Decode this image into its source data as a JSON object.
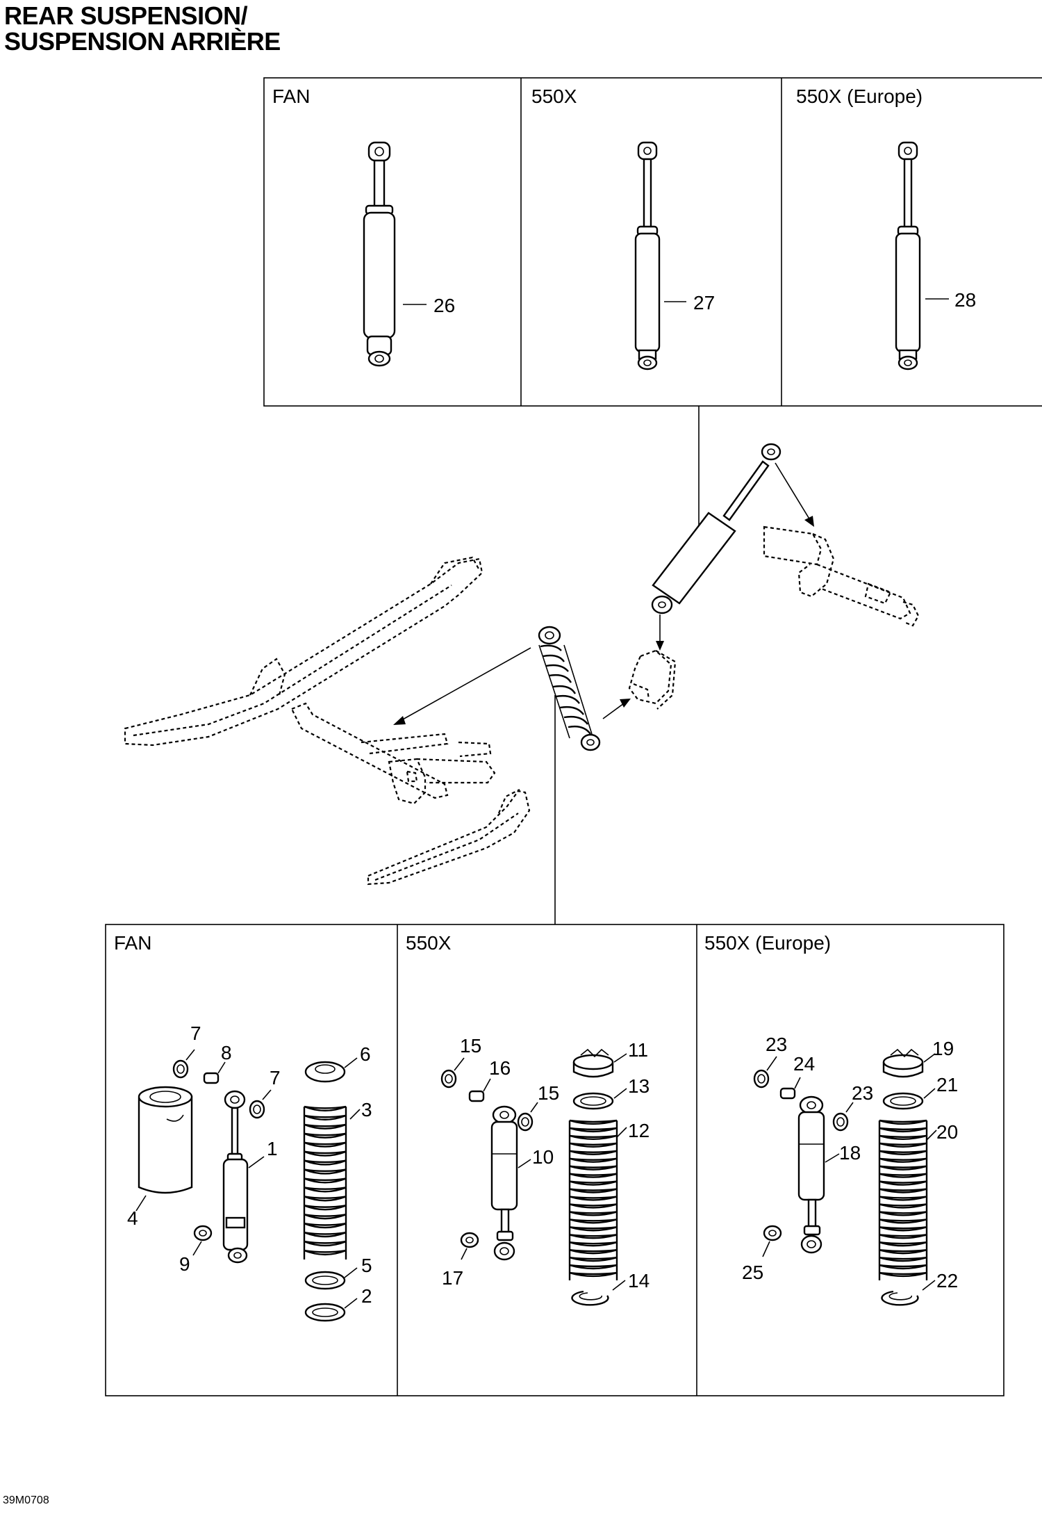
{
  "title": {
    "line1": "REAR SUSPENSION/",
    "line2": "SUSPENSION ARRIÈRE"
  },
  "drawing_code": "39M0708",
  "top_panels": [
    {
      "header": "FAN",
      "callout": "26"
    },
    {
      "header": "550X",
      "callout": "27"
    },
    {
      "header": "550X (Europe)",
      "callout": "28"
    }
  ],
  "bottom_panels": [
    {
      "header": "FAN",
      "callouts": {
        "pivot_a": "7",
        "sleeve": "8",
        "pivot_b": "7",
        "retainer": "6",
        "spring": "3",
        "shock": "1",
        "cover": "4",
        "bushing": "9",
        "washer_a": "5",
        "washer_b": "2"
      }
    },
    {
      "header": "550X",
      "callouts": {
        "pivot_a": "15",
        "sleeve": "16",
        "pivot_b": "15",
        "retainer": "11",
        "washer_top": "13",
        "spring": "12",
        "shock": "10",
        "bushing": "17",
        "clip": "14"
      }
    },
    {
      "header": "550X (Europe)",
      "callouts": {
        "pivot_a": "23",
        "sleeve": "24",
        "pivot_b": "23",
        "retainer": "19",
        "washer_top": "21",
        "spring": "20",
        "shock": "18",
        "bushing": "25",
        "clip": "22"
      }
    }
  ]
}
